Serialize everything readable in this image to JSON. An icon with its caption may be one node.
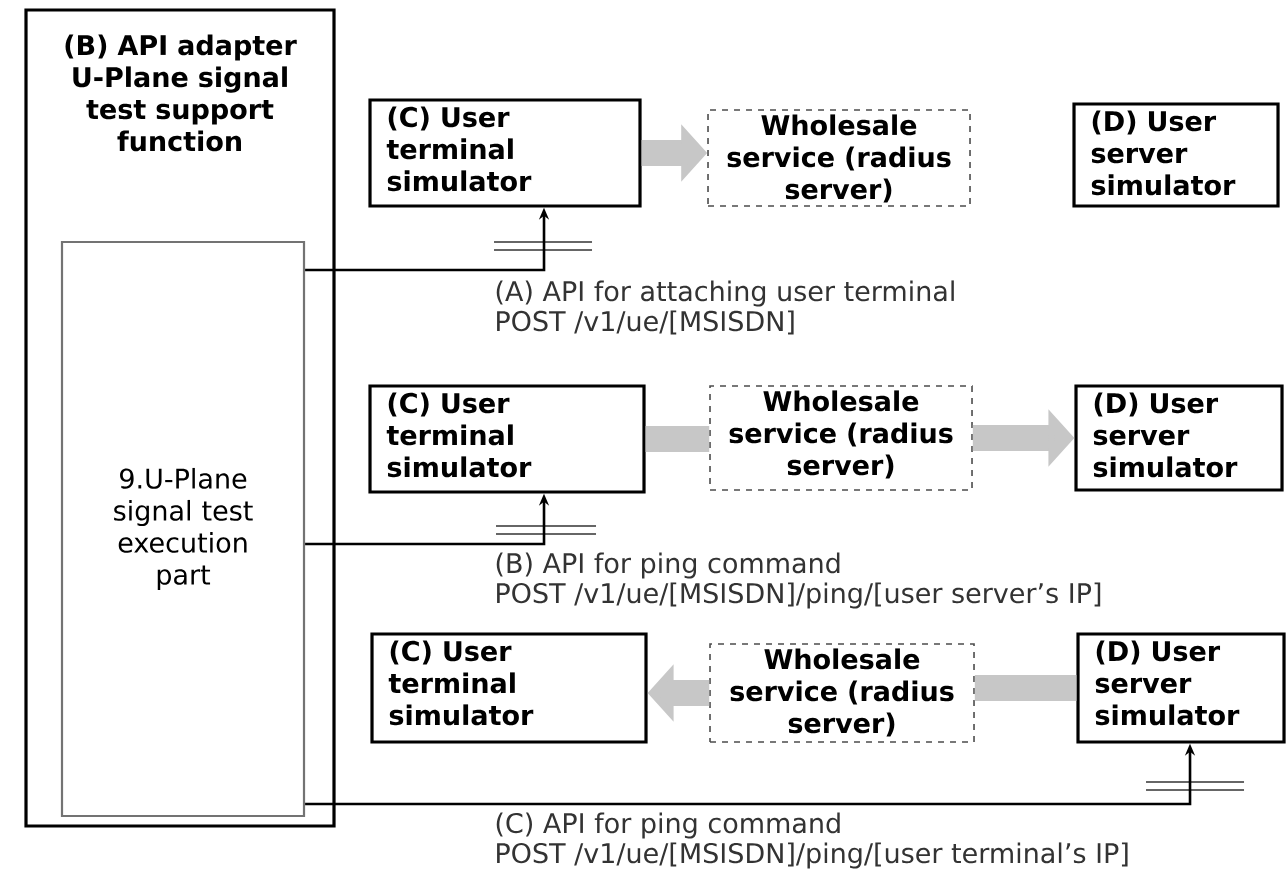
{
  "diagram": {
    "nodes": [
      {
        "text": [
          "(B) API adapter U-Plane signal test support function"
        ]
      },
      {
        "text": [
          "9.U-Plane signal test execution part"
        ],
        "in": 0
      },
      {
        "text": [
          "(C) User terminal simulator"
        ]
      },
      {
        "text": [
          "Wholesale service (radius server)"
        ]
      },
      {
        "text": [
          "(D) User server simulator"
        ]
      },
      {
        "text": [
          "(C) User terminal simulator"
        ]
      },
      {
        "text": [
          "Wholesale service (radius server)"
        ]
      },
      {
        "text": [
          "(D) User server simulator"
        ]
      },
      {
        "text": [
          "(C) User terminal simulator"
        ]
      },
      {
        "text": [
          "Wholesale service (radius server)"
        ]
      },
      {
        "text": [
          "(D) User server simulator"
        ]
      }
    ],
    "edges": [
      {
        "from": 2,
        "to": 3,
        "arrow": "to"
      },
      {
        "from": 1,
        "to": 2,
        "arrow": "to",
        "label": "(A) API for attaching user terminal",
        "color": "#000000"
      },
      {
        "from": 5,
        "to": 6,
        "arrow": "none"
      },
      {
        "from": 6,
        "to": 7,
        "arrow": "to"
      },
      {
        "from": 1,
        "to": 5,
        "arrow": "to",
        "label": "(B) API for ping command",
        "color": "#000000"
      },
      {
        "from": 9,
        "to": 8,
        "arrow": "to"
      },
      {
        "from": 10,
        "to": 9,
        "arrow": "none"
      },
      {
        "from": 1,
        "to": 10,
        "arrow": "to",
        "label": "(C) API for ping command",
        "color": "#000000"
      }
    ],
    "labels": [
      "POST /v1/ue/[MSISDN]",
      "POST /v1/ue/[MSISDN]/ping/[user server’s IP]",
      "POST /v1/ue/[MSISDN]/ping/[user terminal’s IP]"
    ]
  }
}
